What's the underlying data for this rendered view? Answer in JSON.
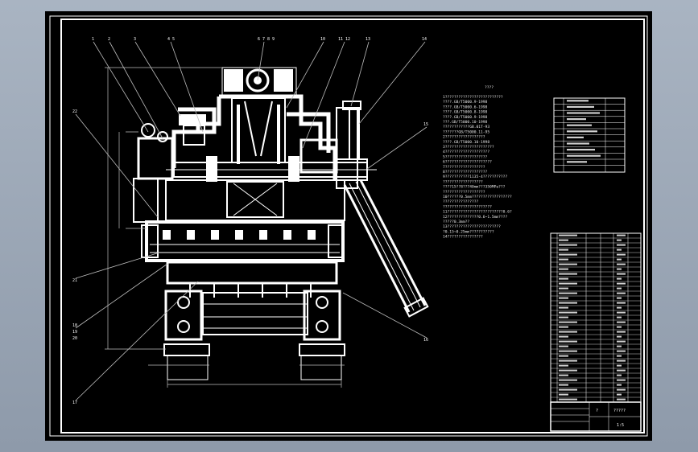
{
  "colors": {
    "background": "#000000",
    "line": "#ffffff",
    "frame_bg": "#9aa6b6"
  },
  "leaders": [
    "1",
    "2",
    "3",
    "4 5",
    "6 7 8 9",
    "10",
    "11 12",
    "13",
    "14",
    "15",
    "16",
    "17",
    "18",
    "19",
    "20",
    "21",
    "22"
  ],
  "notes": {
    "title": "????",
    "lines": [
      "1??????????????????????????",
      "  ????.GB/T5000.9-1998",
      "  ????.GB/T5000.6-1998",
      "  ????.GB/T5000.8-1998",
      "  ????.GB/T5000.9-1998",
      "  ???.GB/T5000.10-1998",
      "  ????????????GB.01T-93",
      "  ???????GB/T5000.11-95",
      "2??????????????????",
      "  ????.GB/T5000.10-1998",
      "3??????????????????????",
      "4????????????????????",
      "5???????????????????",
      "6?????????????????????",
      "7??????????????????",
      "8???????????????????",
      "9???????????1135-4???????????",
      "  ??????????????????",
      "  ????15??8??740mm???350MPa???",
      "  ???????????????????",
      "10??????0.5mm??????????????????",
      "  ????????????????",
      "  ??????????????????????",
      "11?????????????????????????0.6?",
      "12??????????????0.6~1.5mm????",
      "  ?????0.3mm??",
      "13????????????????????????",
      "  ?0.15~0.25mm???????????",
      "14????????????????"
    ]
  },
  "title_block": {
    "drawing_name": "?????",
    "scale": "1:5",
    "sheet": "?"
  }
}
